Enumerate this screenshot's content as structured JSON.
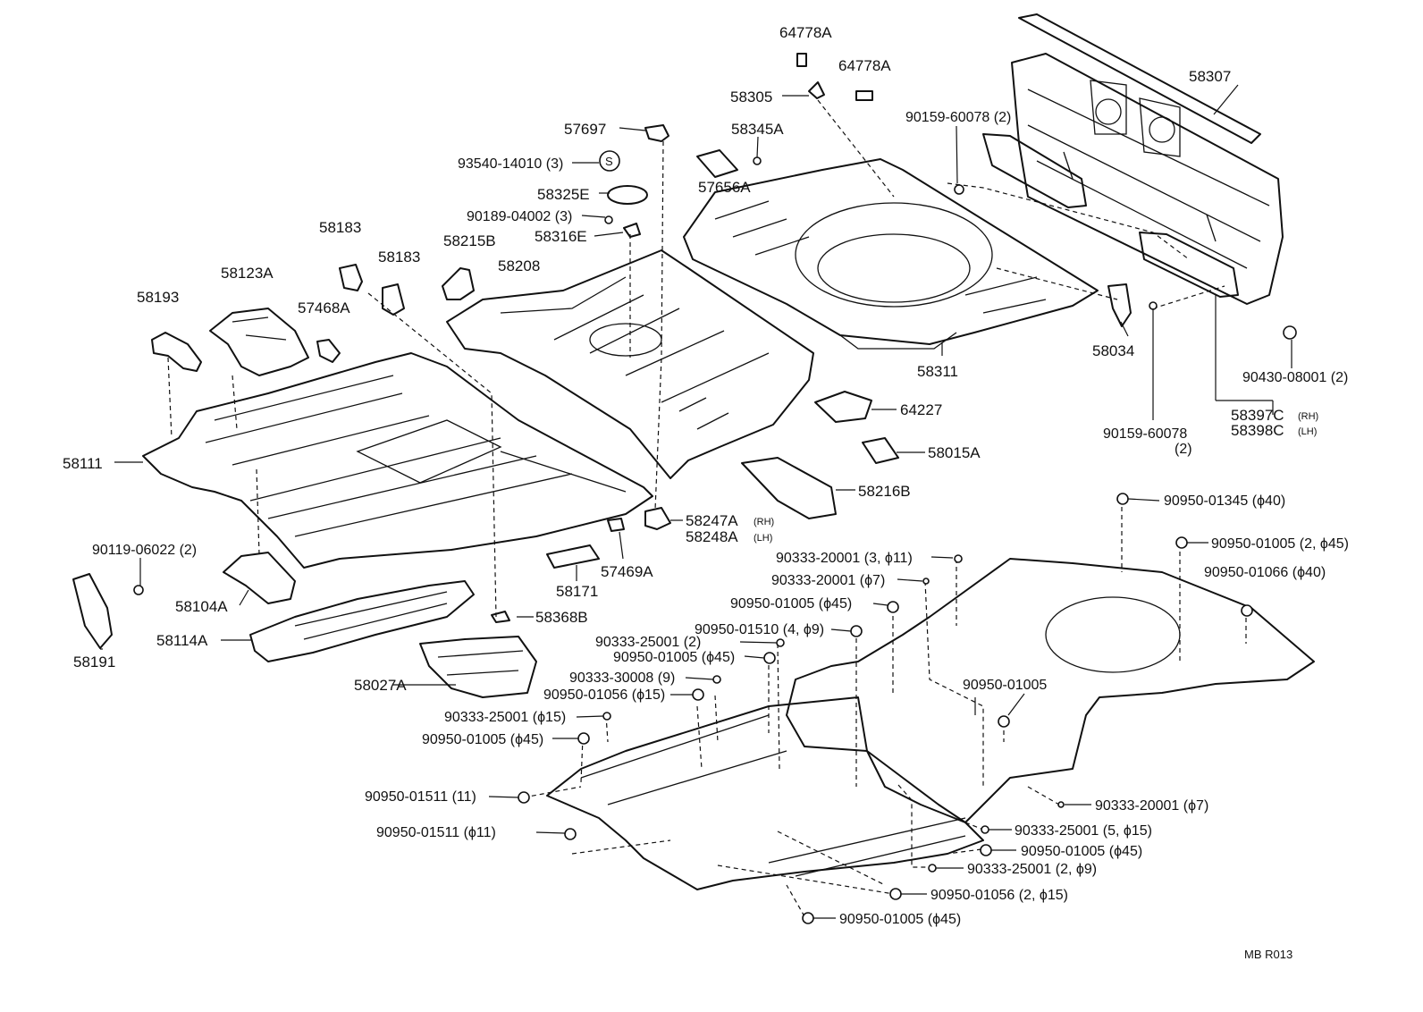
{
  "labels": {
    "p64778A_top": "64778A",
    "p64778A_right": "64778A",
    "p58305": "58305",
    "p58307": "58307",
    "p90159_60078_top": "90159-60078 (2)",
    "p57697": "57697",
    "p58345A": "58345A",
    "p93540": "93540-14010 (3)",
    "p57656A": "57656A",
    "p58325E": "58325E",
    "p90189": "90189-04002 (3)",
    "p58316E": "58316E",
    "p58183_a": "58183",
    "p58183_b": "58183",
    "p58215B": "58215B",
    "p58208": "58208",
    "p58123A": "58123A",
    "p58193": "58193",
    "p57468A": "57468A",
    "p58034": "58034",
    "p58311": "58311",
    "p90430": "90430-08001 (2)",
    "p64227": "64227",
    "p58397C": "58397C",
    "p58397C_tag": "(RH)",
    "p58398C": "58398C",
    "p58398C_tag": "(LH)",
    "p90159_60078_bot": "90159-60078",
    "p90159_60078_bot_qty": "(2)",
    "p58111": "58111",
    "p58015A": "58015A",
    "p58216B": "58216B",
    "p58247A": "58247A",
    "p58247A_tag": "(RH)",
    "p58248A": "58248A",
    "p58248A_tag": "(LH)",
    "p90950_01345": "90950-01345 (ϕ40)",
    "p90119": "90119-06022 (2)",
    "p90950_01005_2_45": "90950-01005 (2, ϕ45)",
    "p90333_20001_3_11": "90333-20001 (3, ϕ11)",
    "p58171": "58171",
    "p57469A": "57469A",
    "p90950_01066": "90950-01066 (ϕ40)",
    "p90333_20001_7a": "90333-20001 (ϕ7)",
    "p58104A": "58104A",
    "p90950_01005_45a": "90950-01005 (ϕ45)",
    "p58368B": "58368B",
    "p58191": "58191",
    "p58114A": "58114A",
    "p90950_01510": "90950-01510 (4, ϕ9)",
    "p90333_25001_2": "90333-25001 (2)",
    "p90950_01005_45b": "90950-01005 (ϕ45)",
    "p90333_30008": "90333-30008 (9)",
    "p58027A": "58027A",
    "p90950_01005_right": "90950-01005",
    "p90950_01056_15": "90950-01056 (ϕ15)",
    "p90333_25001_15": "90333-25001 (ϕ15)",
    "p90950_01005_45c": "90950-01005 (ϕ45)",
    "p90950_01511_11a": "90950-01511 (11)",
    "p90333_20001_7b": "90333-20001 (ϕ7)",
    "p90333_25001_5_15": "90333-25001 (5, ϕ15)",
    "p90950_01511_11b": "90950-01511 (ϕ11)",
    "p90950_01005_45d": "90950-01005 (ϕ45)",
    "p90333_25001_2_9": "90333-25001 (2, ϕ9)",
    "p90950_01056_2_15": "90950-01056 (2, ϕ15)",
    "p90950_01005_45e": "90950-01005 (ϕ45)",
    "footer_code": "MB  R013",
    "circle_s": "S"
  }
}
